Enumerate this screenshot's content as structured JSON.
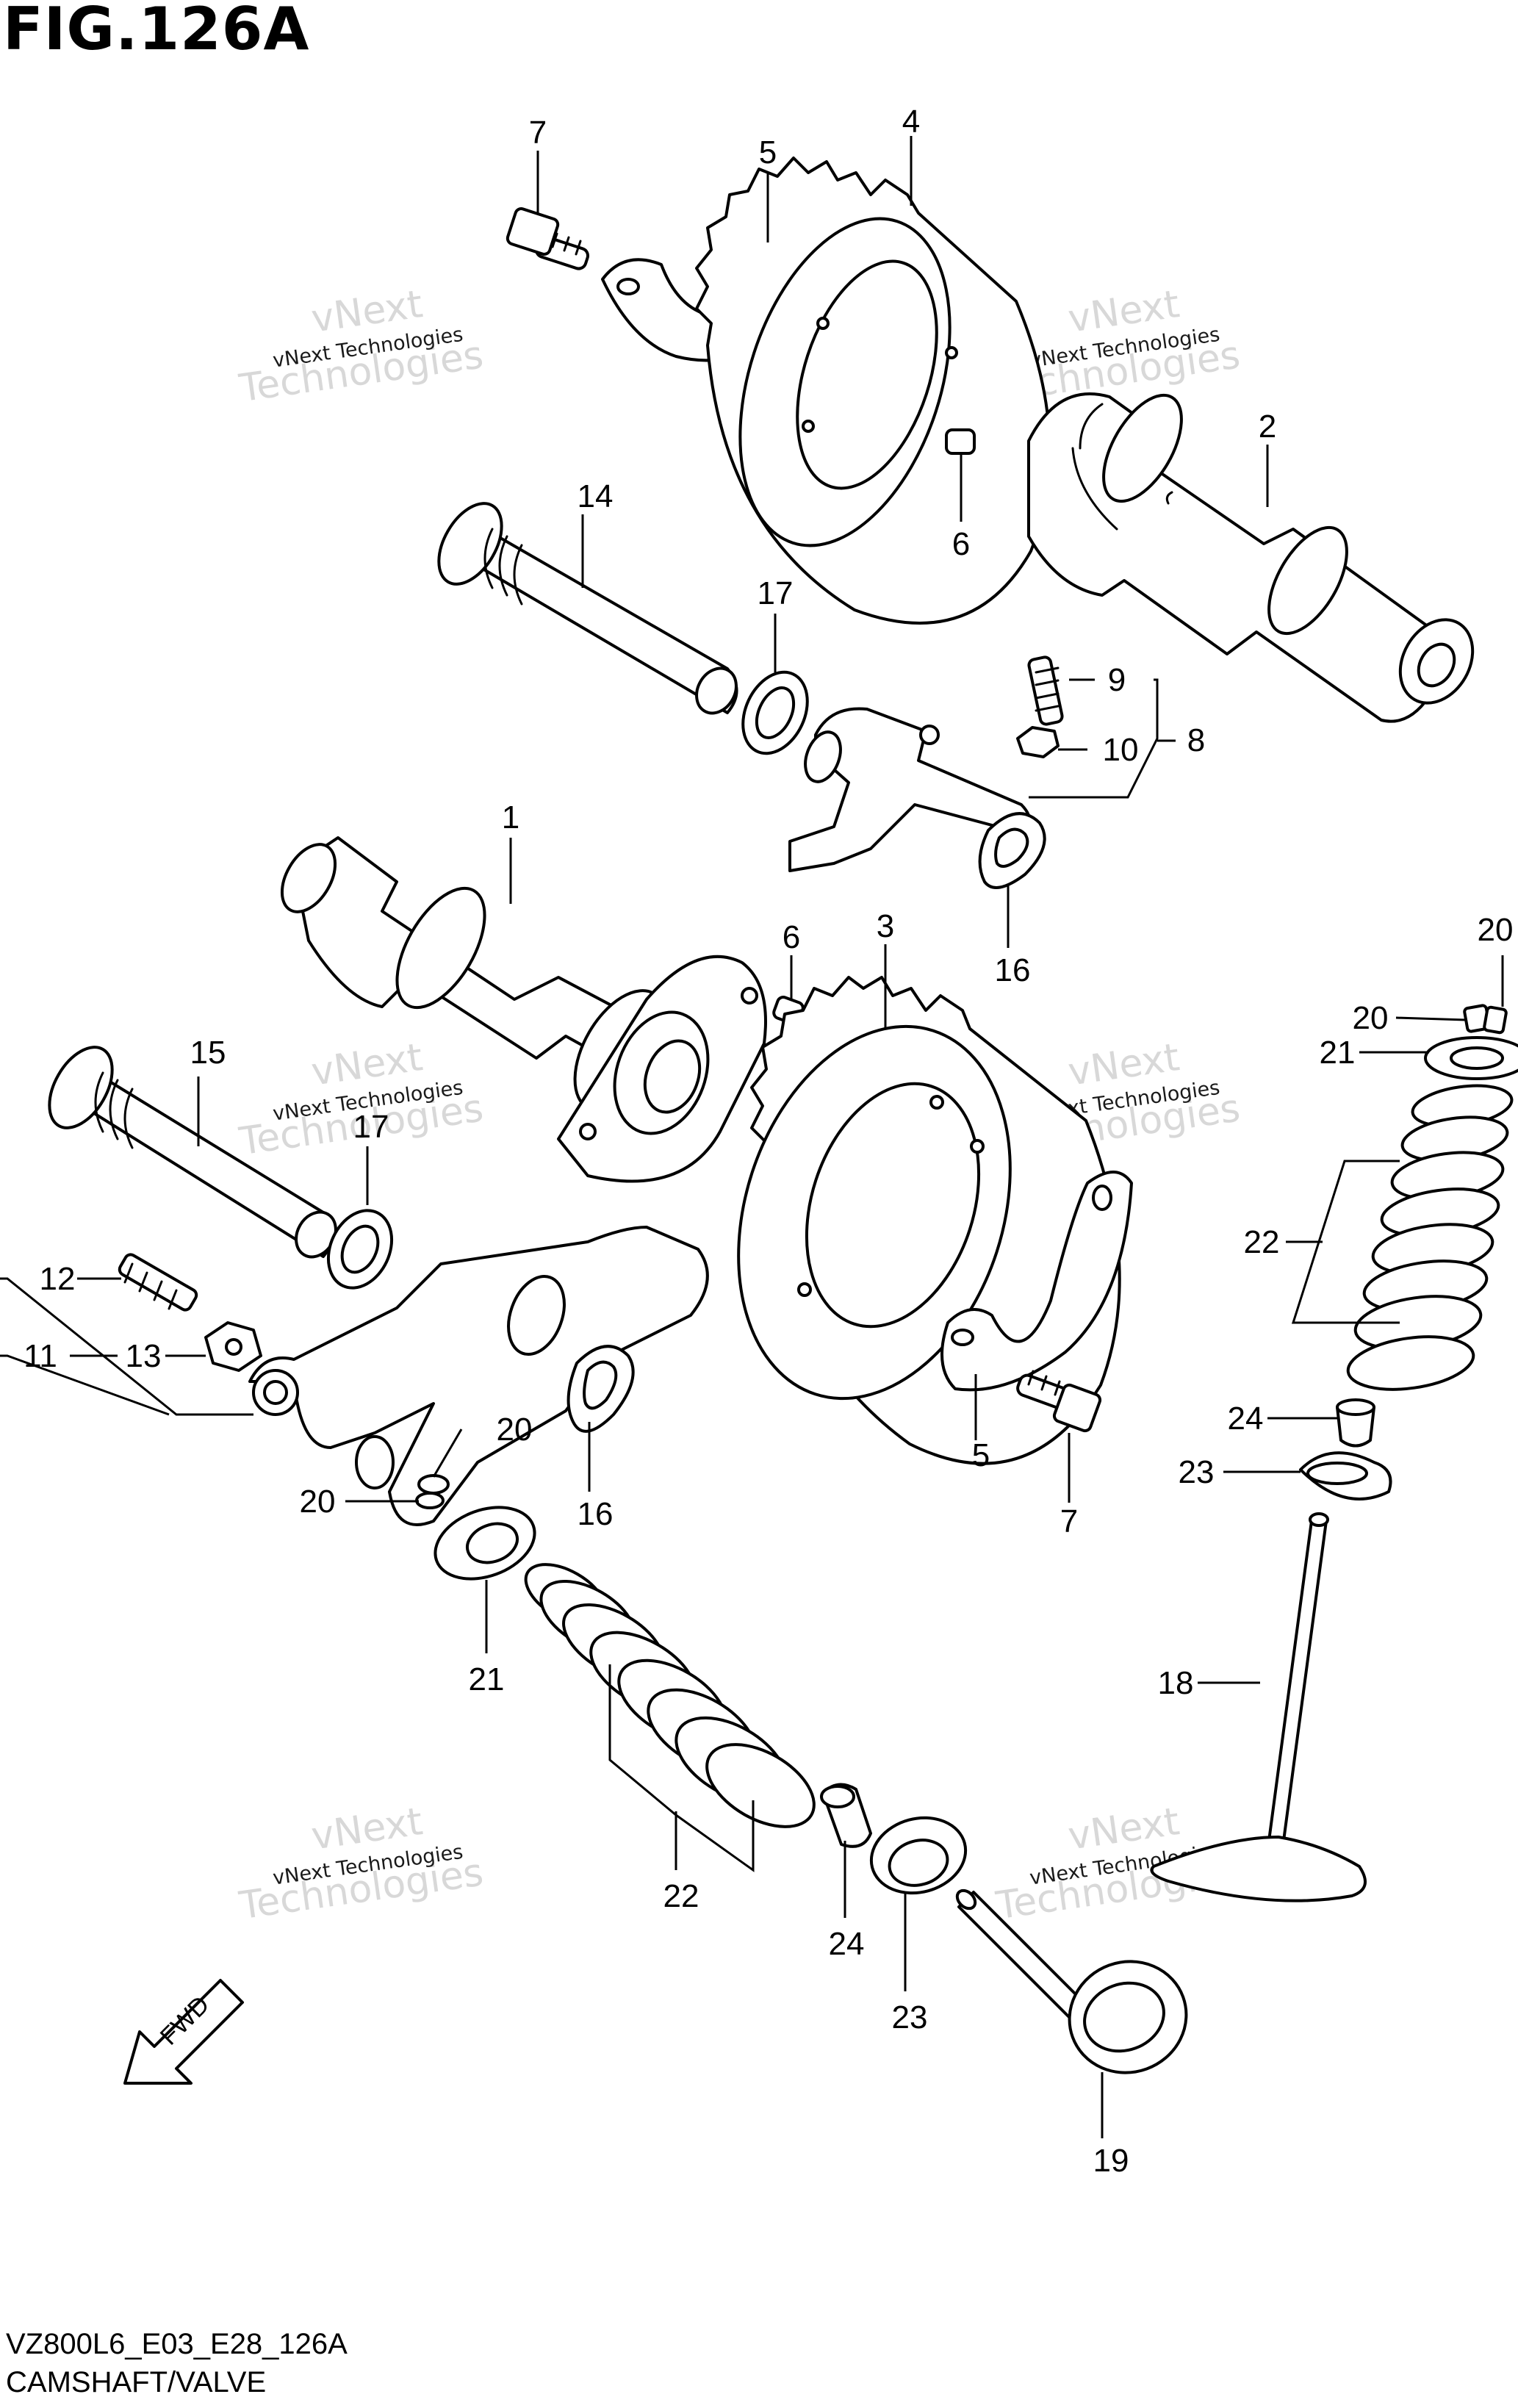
{
  "figure": {
    "title": "FIG.126A",
    "model_code": "VZ800L6_E03_E28_126A",
    "section_name": "CAMSHAFT/VALVE",
    "direction_marker": "FWD"
  },
  "watermark": {
    "line1": "vNext Technologies",
    "line2": "vNext",
    "line3": "Technologies"
  },
  "callouts": [
    {
      "id": "c7a",
      "label": "7"
    },
    {
      "id": "c5a",
      "label": "5"
    },
    {
      "id": "c4",
      "label": "4"
    },
    {
      "id": "c2",
      "label": "2"
    },
    {
      "id": "c6a",
      "label": "6"
    },
    {
      "id": "c14",
      "label": "14"
    },
    {
      "id": "c17a",
      "label": "17"
    },
    {
      "id": "c9",
      "label": "9"
    },
    {
      "id": "c10",
      "label": "10"
    },
    {
      "id": "c8",
      "label": "8"
    },
    {
      "id": "c1",
      "label": "1"
    },
    {
      "id": "c16a",
      "label": "16"
    },
    {
      "id": "c6b",
      "label": "6"
    },
    {
      "id": "c3",
      "label": "3"
    },
    {
      "id": "c20a",
      "label": "20"
    },
    {
      "id": "c20b",
      "label": "20"
    },
    {
      "id": "c21a",
      "label": "21"
    },
    {
      "id": "c15",
      "label": "15"
    },
    {
      "id": "c17b",
      "label": "17"
    },
    {
      "id": "c22a",
      "label": "22"
    },
    {
      "id": "c12",
      "label": "12"
    },
    {
      "id": "c11",
      "label": "11"
    },
    {
      "id": "c13",
      "label": "13"
    },
    {
      "id": "c5b",
      "label": "5"
    },
    {
      "id": "c24a",
      "label": "24"
    },
    {
      "id": "c20c",
      "label": "20"
    },
    {
      "id": "c23a",
      "label": "23"
    },
    {
      "id": "c20d",
      "label": "20"
    },
    {
      "id": "c16b",
      "label": "16"
    },
    {
      "id": "c7b",
      "label": "7"
    },
    {
      "id": "c21b",
      "label": "21"
    },
    {
      "id": "c18",
      "label": "18"
    },
    {
      "id": "c22b",
      "label": "22"
    },
    {
      "id": "c24b",
      "label": "24"
    },
    {
      "id": "c23b",
      "label": "23"
    },
    {
      "id": "c19",
      "label": "19"
    }
  ]
}
